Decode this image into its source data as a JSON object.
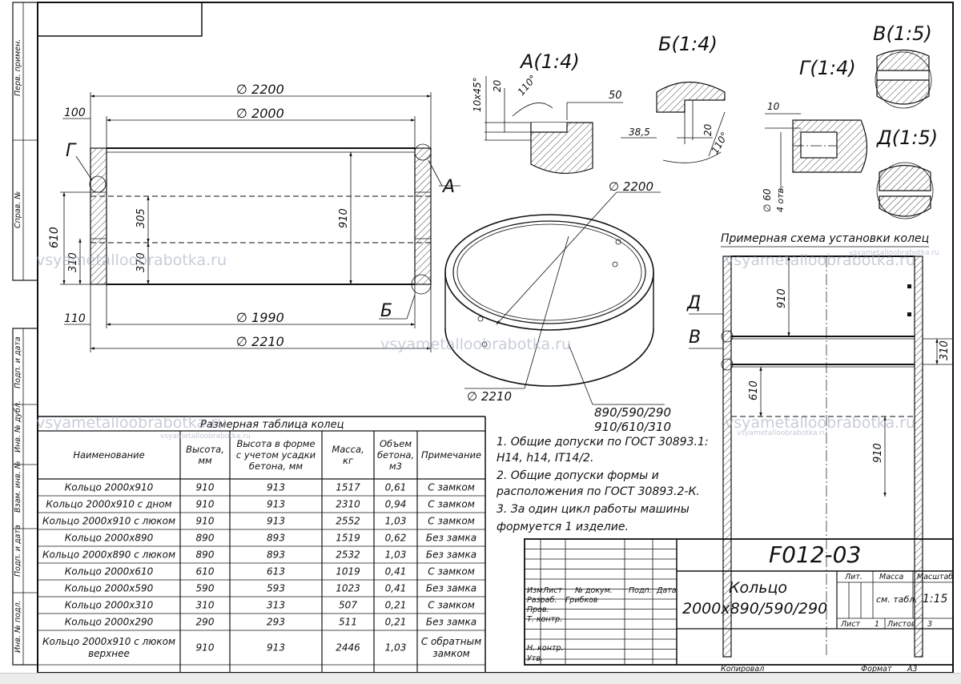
{
  "watermark": {
    "brand": "vsyametalloobrabotka.ru"
  },
  "side_stamp": [
    "Перв. примен.",
    "Справ. №",
    "Подп. и дата",
    "Инв. № дубл.",
    "Взам. инв. №",
    "Подп. и дата",
    "Инв. № подл."
  ],
  "front_view": {
    "dims": {
      "d2200": "∅ 2200",
      "d2000": "∅ 2000",
      "d1990": "∅ 1990",
      "d2210": "∅ 2210",
      "l100": "100",
      "l110": "110",
      "h610": "610",
      "h310": "310",
      "h305": "305",
      "h370": "370",
      "h910": "910"
    },
    "labels": {
      "G": "Г",
      "A": "A",
      "B": "Б"
    }
  },
  "details": {
    "A": {
      "title": "A(1:4)",
      "d1": "10x45°",
      "d2": "20",
      "angle": "110°",
      "d3": "50"
    },
    "B": {
      "title": "Б(1:4)",
      "d1": "38,5",
      "d2": "20",
      "angle": "110°"
    },
    "G": {
      "title": "Г(1:4)",
      "d1": "10",
      "d2": "∅ 60",
      "d3": "4 отв."
    },
    "V": {
      "title": "В(1:5)"
    },
    "D": {
      "title": "Д(1:5)"
    }
  },
  "iso_view": {
    "d2200": "∅ 2200",
    "d2210": "∅ 2210",
    "heights1": "890/590/290",
    "heights2": "910/610/310"
  },
  "install": {
    "title": "Примерная схема установки колец",
    "dims": {
      "h910a": "910",
      "h310": "310",
      "h610": "610",
      "h910b": "910"
    },
    "labels": {
      "D": "Д",
      "V": "В"
    }
  },
  "table": {
    "title": "Размерная таблица колец",
    "headers": [
      [
        "Наименование"
      ],
      [
        "Высота,",
        "мм"
      ],
      [
        "Высота  в форме",
        "с учетом усадки",
        "бетона, мм"
      ],
      [
        "Масса,",
        "кг"
      ],
      [
        "Объем",
        "бетона,",
        "м3"
      ],
      [
        "Примечание"
      ]
    ],
    "rows": [
      {
        "name": [
          "Кольцо 2000x910"
        ],
        "h": "910",
        "hf": "913",
        "m": "1517",
        "v": "0,61",
        "note": [
          "С замком"
        ]
      },
      {
        "name": [
          "Кольцо 2000x910 с дном"
        ],
        "h": "910",
        "hf": "913",
        "m": "2310",
        "v": "0,94",
        "note": [
          "С замком"
        ]
      },
      {
        "name": [
          "Кольцо 2000x910 с люком"
        ],
        "h": "910",
        "hf": "913",
        "m": "2552",
        "v": "1,03",
        "note": [
          "С замком"
        ]
      },
      {
        "name": [
          "Кольцо 2000x890"
        ],
        "h": "890",
        "hf": "893",
        "m": "1519",
        "v": "0,62",
        "note": [
          "Без замка"
        ]
      },
      {
        "name": [
          "Кольцо 2000x890 с люком"
        ],
        "h": "890",
        "hf": "893",
        "m": "2532",
        "v": "1,03",
        "note": [
          "Без замка"
        ]
      },
      {
        "name": [
          "Кольцо 2000x610"
        ],
        "h": "610",
        "hf": "613",
        "m": "1019",
        "v": "0,41",
        "note": [
          "С замком"
        ]
      },
      {
        "name": [
          "Кольцо 2000x590"
        ],
        "h": "590",
        "hf": "593",
        "m": "1023",
        "v": "0,41",
        "note": [
          "Без замка"
        ]
      },
      {
        "name": [
          "Кольцо 2000x310"
        ],
        "h": "310",
        "hf": "313",
        "m": "507",
        "v": "0,21",
        "note": [
          "С замком"
        ]
      },
      {
        "name": [
          "Кольцо 2000x290"
        ],
        "h": "290",
        "hf": "293",
        "m": "511",
        "v": "0,21",
        "note": [
          "Без замка"
        ]
      },
      {
        "name": [
          "Кольцо 2000x910 с люком",
          "верхнее"
        ],
        "h": "910",
        "hf": "913",
        "m": "2446",
        "v": "1,03",
        "note": [
          "С обратным",
          "замком"
        ]
      }
    ]
  },
  "notes": [
    "1. Общие допуски по ГОСТ 30893.1:",
    "Н14, h14, IT14/2.",
    "2. Общие допуски формы и",
    "расположения по ГОСТ 30893.2-К.",
    "3. За один цикл работы машины",
    "формуется 1 изделие."
  ],
  "title_block": {
    "code": "F012-03",
    "name": [
      "Кольцо",
      "2000x890/590/290"
    ],
    "cols": [
      "Изм",
      "Лист",
      "№ докум.",
      "Подп.",
      "Дата"
    ],
    "rows": [
      "Разраб.",
      "Пров.",
      "Т. контр.",
      "Н. контр.",
      "Утв."
    ],
    "developer": "Грибков",
    "lit": "Лит.",
    "mass": "Масса",
    "scale": "Масштаб",
    "mass_value": "см. табл.",
    "scale_value": "1:15",
    "sheet_label": "Лист",
    "sheet": "1",
    "sheets_label": "Листов",
    "sheets": "3",
    "copied": "Копировал",
    "format_label": "Формат",
    "format": "A3"
  }
}
